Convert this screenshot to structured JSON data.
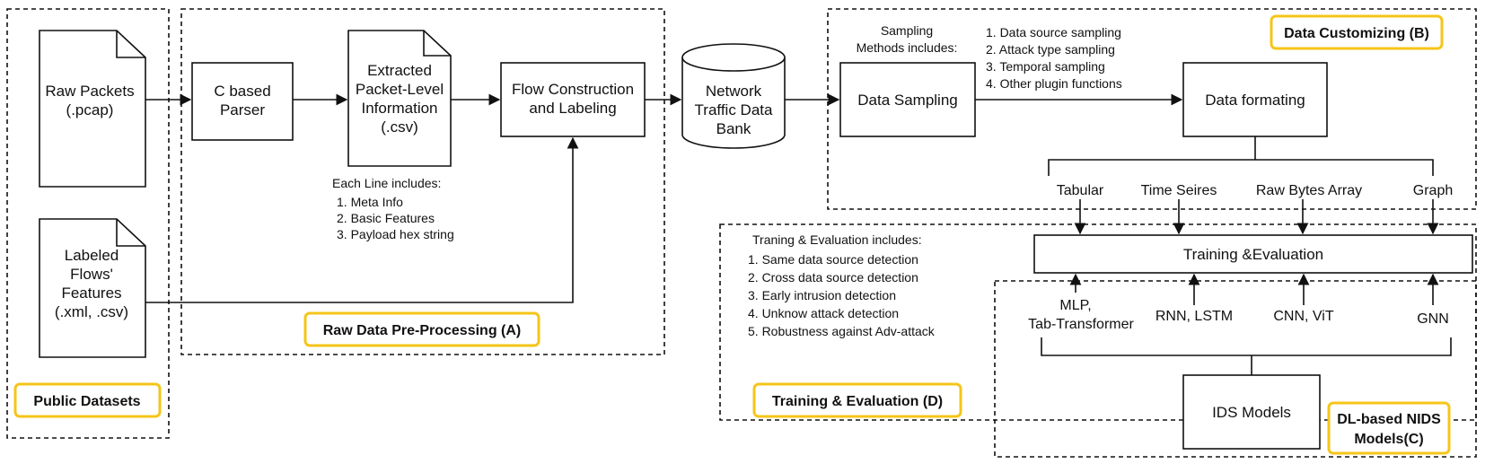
{
  "regions": {
    "public_datasets": "Public Datasets",
    "raw_preprocessing": "Raw Data Pre-Processing (A)",
    "data_customizing": "Data Customizing (B)",
    "dl_nids_line1": "DL-based NIDS",
    "dl_nids_line2": "Models(C)",
    "training_eval": "Training & Evaluation (D)"
  },
  "nodes": {
    "raw_packets": [
      "Raw Packets",
      "(.pcap)"
    ],
    "labeled_flows": [
      "Labeled",
      "Flows'",
      "Features",
      "(.xml, .csv)"
    ],
    "parser": [
      "C based",
      "Parser"
    ],
    "extracted": [
      "Extracted",
      "Packet-Level",
      "Information",
      "(.csv)"
    ],
    "flow_construction": [
      "Flow Construction",
      "and Labeling"
    ],
    "databank": [
      "Network",
      "Traffic Data",
      "Bank"
    ],
    "data_sampling": "Data Sampling",
    "data_formating": "Data formating",
    "training": "Training &Evaluation",
    "ids_models": "IDS Models"
  },
  "each_line": {
    "title": "Each Line includes:",
    "items": [
      "1. Meta Info",
      "2. Basic Features",
      "3. Payload hex string"
    ]
  },
  "sampling_methods": {
    "title": [
      "Sampling",
      "Methods includes:"
    ],
    "items": [
      "1. Data source sampling",
      "2. Attack type sampling",
      "3. Temporal sampling",
      "4. Other plugin functions"
    ]
  },
  "formats": [
    "Tabular",
    "Time Seires",
    "Raw Bytes Array",
    "Graph"
  ],
  "models": {
    "mlp": [
      "MLP,",
      "Tab-Transformer"
    ],
    "rnn": "RNN, LSTM",
    "cnn": "CNN, ViT",
    "gnn": "GNN"
  },
  "training_eval_list": {
    "title": "Traning & Evaluation includes:",
    "items": [
      "1. Same data source detection",
      "2. Cross data source detection",
      "3. Early intrusion detection",
      "4. Unknow attack detection",
      "5. Robustness against Adv-attack"
    ]
  },
  "colors": {
    "tag_border": "#f5c518",
    "line": "#111111"
  }
}
